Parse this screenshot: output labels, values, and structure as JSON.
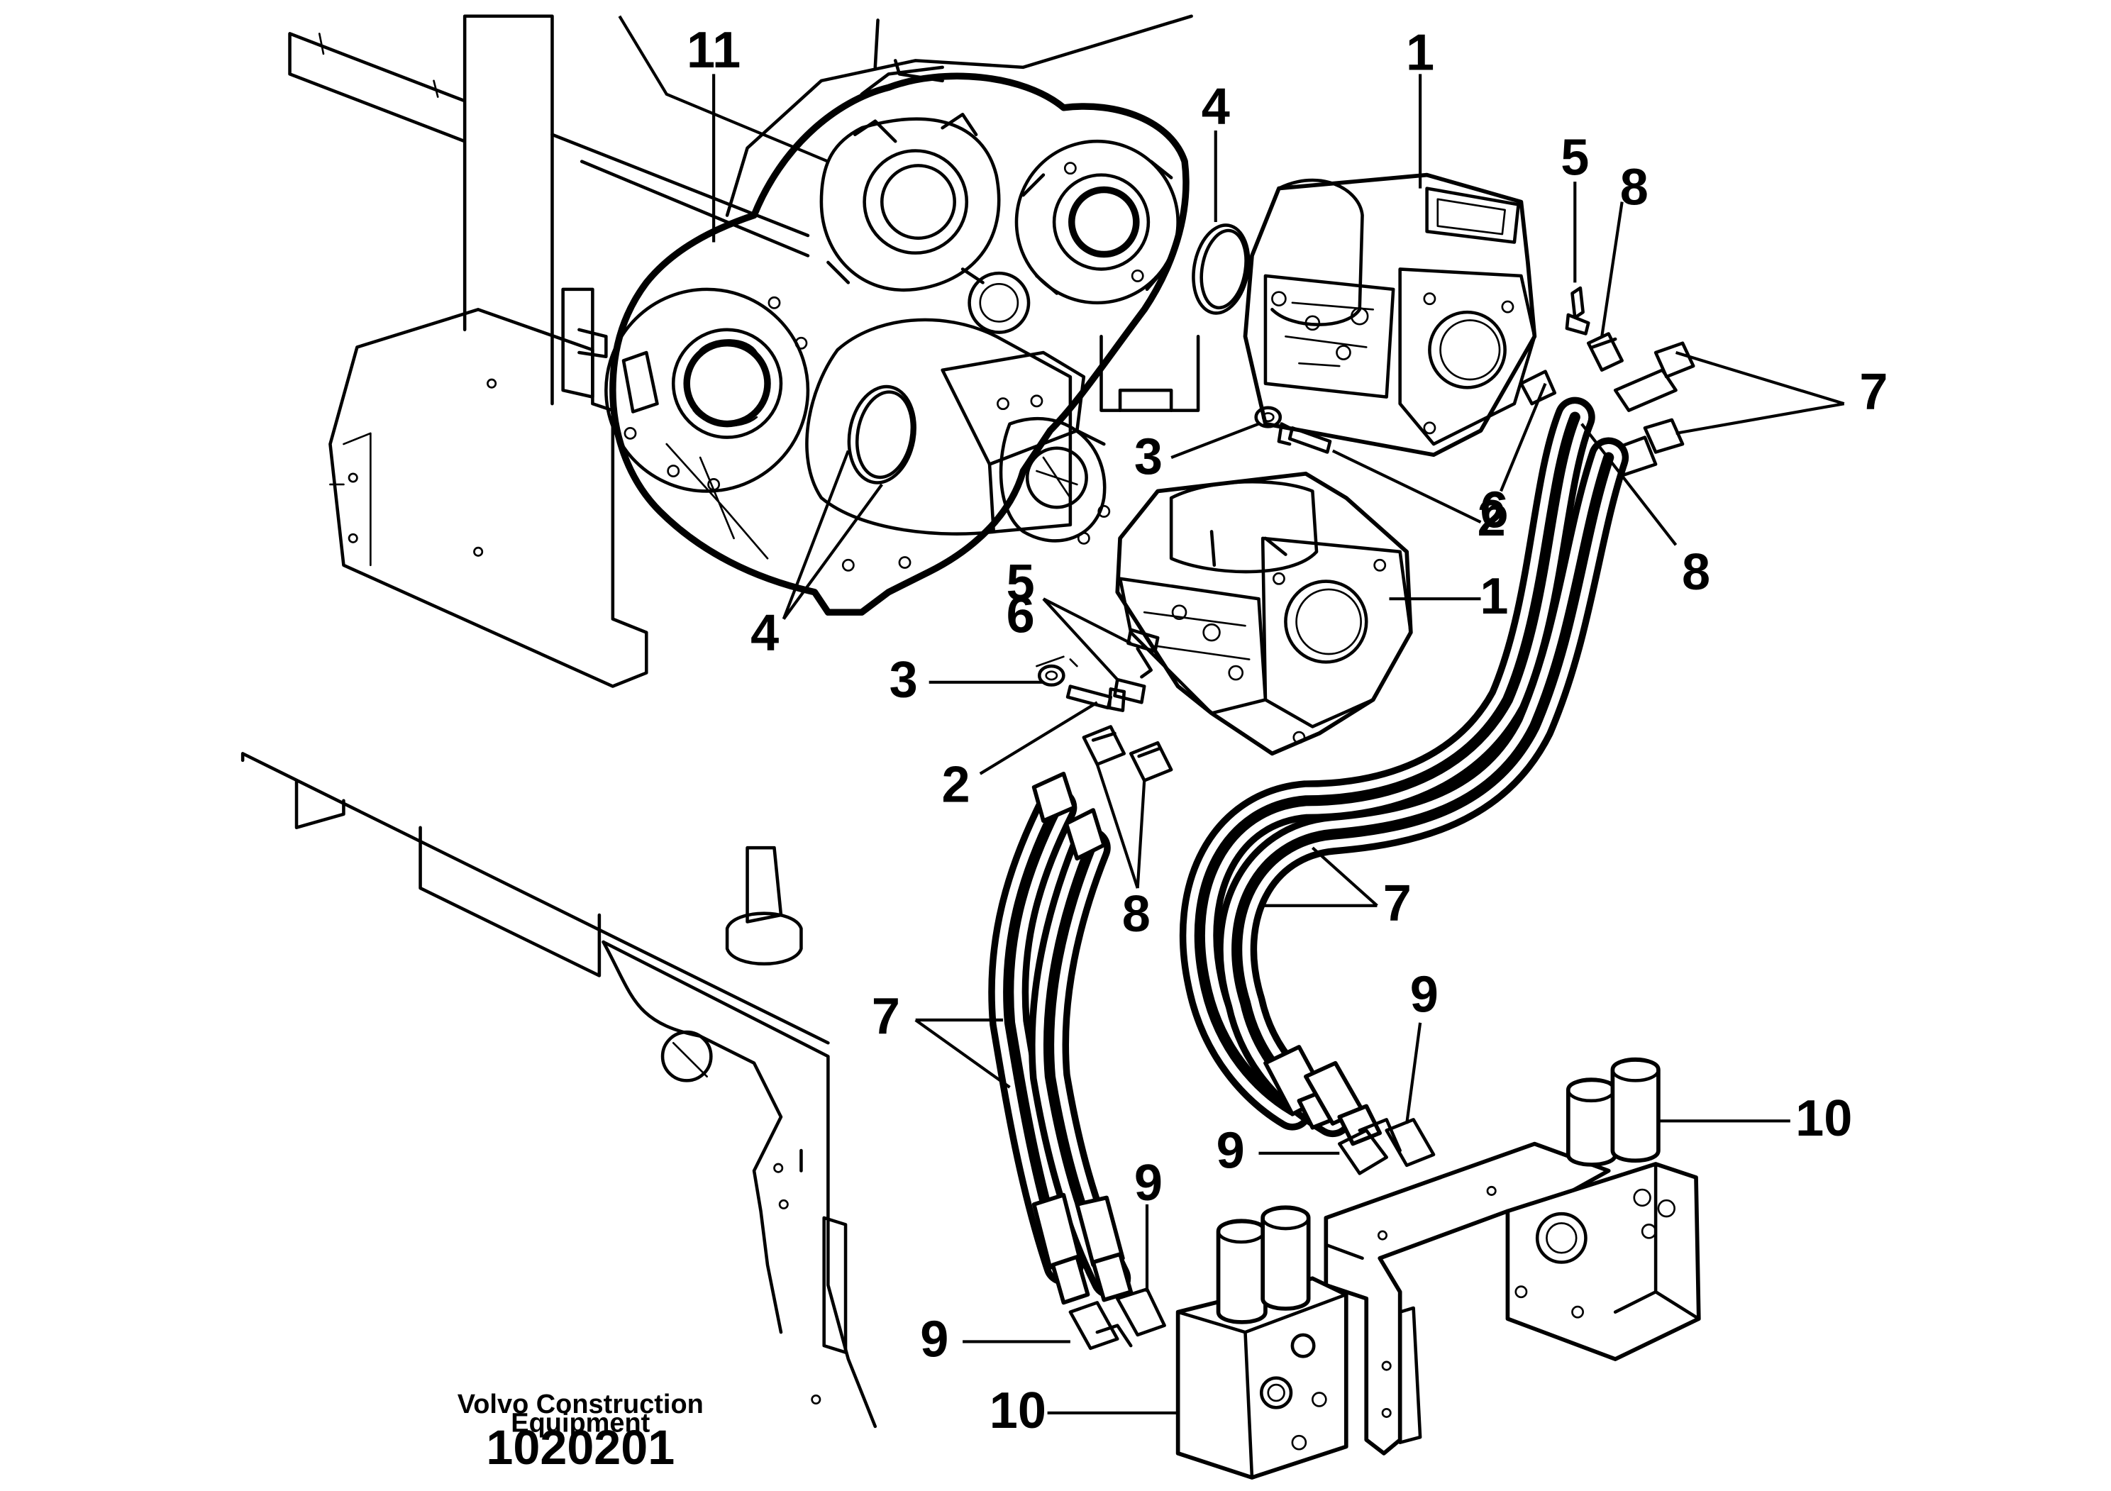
{
  "figure": {
    "caption_line1": "Volvo Construction",
    "caption_line2": "Equipment",
    "document_number": "1020201"
  },
  "callouts": [
    {
      "id": "c1a",
      "label": "1"
    },
    {
      "id": "c1b",
      "label": "1"
    },
    {
      "id": "c2a",
      "label": "2"
    },
    {
      "id": "c2b",
      "label": "2"
    },
    {
      "id": "c3a",
      "label": "3"
    },
    {
      "id": "c3b",
      "label": "3"
    },
    {
      "id": "c4a",
      "label": "4"
    },
    {
      "id": "c4b",
      "label": "4"
    },
    {
      "id": "c5a",
      "label": "5"
    },
    {
      "id": "c5b",
      "label": "5"
    },
    {
      "id": "c6a",
      "label": "6"
    },
    {
      "id": "c6b",
      "label": "6"
    },
    {
      "id": "c7a",
      "label": "7"
    },
    {
      "id": "c7b",
      "label": "7"
    },
    {
      "id": "c7c",
      "label": "7"
    },
    {
      "id": "c8a",
      "label": "8"
    },
    {
      "id": "c8b",
      "label": "8"
    },
    {
      "id": "c8c",
      "label": "8"
    },
    {
      "id": "c9a",
      "label": "9"
    },
    {
      "id": "c9b",
      "label": "9"
    },
    {
      "id": "c9c",
      "label": "9"
    },
    {
      "id": "c9d",
      "label": "9"
    },
    {
      "id": "c10a",
      "label": "10"
    },
    {
      "id": "c10b",
      "label": "10"
    },
    {
      "id": "c11",
      "label": "11"
    }
  ]
}
